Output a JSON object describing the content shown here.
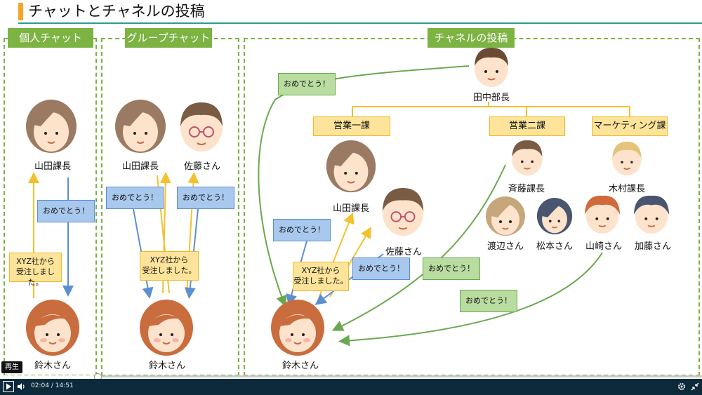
{
  "title": "チャットとチャネルの投稿",
  "panels": {
    "personal": {
      "title": "個人チャット"
    },
    "group": {
      "title": "グループチャット"
    },
    "channel": {
      "title": "チャネルの投稿"
    }
  },
  "people": {
    "yamada": "山田課長",
    "sato": "佐藤さん",
    "suzuki": "鈴木さん",
    "tanaka": "田中部長",
    "saito": "斉藤課長",
    "kimura": "木村課長",
    "watanabe": "渡辺さん",
    "matsumoto": "松本さん",
    "yamazaki": "山崎さん",
    "kato": "加藤さん"
  },
  "departments": {
    "sales1": "営業一課",
    "sales2": "営業二課",
    "marketing": "マーケティング課"
  },
  "messages": {
    "congrats": "おめでとう！",
    "order_line1": "XYZ社から",
    "order_line2": "受注しました。"
  },
  "colors": {
    "accent": "#7cb342",
    "header_bar": "#f5a623",
    "header_line": "#2a9d8f",
    "player_bg": "#0d2a3b"
  },
  "player": {
    "tooltip": "再生",
    "current_time": "02:04",
    "separator": "/",
    "total_time": "14:51",
    "progress": 0.1392,
    "icons": [
      "play-icon",
      "volume-icon",
      "settings-icon",
      "exit-fullscreen-icon"
    ]
  }
}
